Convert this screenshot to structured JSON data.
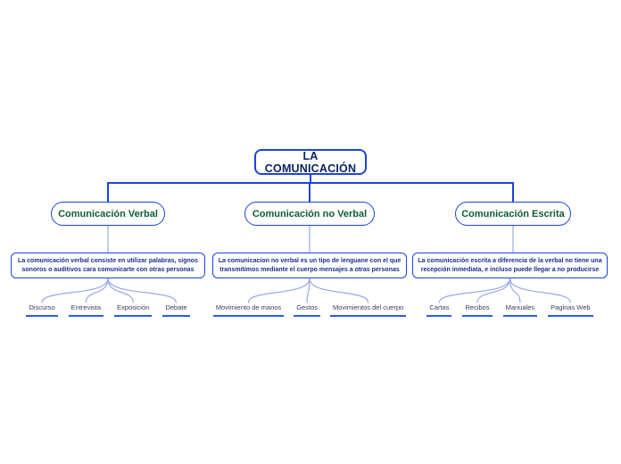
{
  "diagram": {
    "type": "mind-map",
    "title": "LA COMUNICACIÓN"
  },
  "colors": {
    "node_border": "#1c44d9",
    "connector_main": "#1c44d9",
    "connector_light": "#97a9ea",
    "root_text": "#0c2361",
    "branch_text": "#0f5c38",
    "description_text": "#1b2f8a",
    "leaf_text": "#3a4156",
    "leaf_underline": "#2e5bdb",
    "background": "#ffffff"
  },
  "root": {
    "label": "LA COMUNICACIÓN"
  },
  "branches": [
    {
      "label": "Comunicación Verbal",
      "description_lines": [
        "La comunicación verbal consiste en utilizar palabras, signos",
        "sonoros o auditivos cara comunicarte con otras personas"
      ],
      "children": [
        "Discurso",
        "Entrevista",
        "Exposición",
        "Debate"
      ]
    },
    {
      "label": "Comunicación no Verbal",
      "description_lines": [
        "La comunicacion no verbal es un tipo de lenguane con el que",
        "transmitimos mediante el cuerpo mensajes a otras personas"
      ],
      "children": [
        "Movimiento de manos",
        "Gestos",
        "Movimientos del cuerpo"
      ]
    },
    {
      "label": "Comunicación Escrita",
      "description_lines": [
        "La comunicación escrita a diferencia de la verbal no tiene una",
        "recepción inmediata, e incluso puede llegar a no producirse"
      ],
      "children": [
        "Cartas",
        "Recibos",
        "Manuales",
        "Paginas Web"
      ]
    }
  ]
}
